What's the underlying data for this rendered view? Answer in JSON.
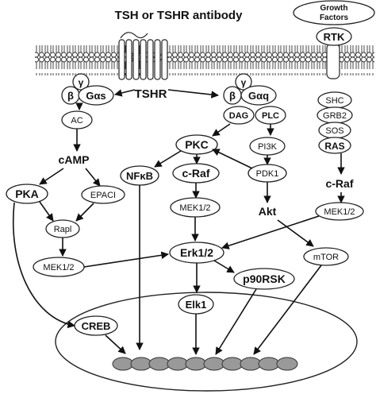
{
  "title": "TSH or TSHR antibody",
  "receptor": {
    "label": "TSHR",
    "gamma_left": "γ",
    "beta_left": "β",
    "gas": "Gαs",
    "gamma_right": "γ",
    "beta_right": "β",
    "gaq": "Gαq"
  },
  "growth_factors": {
    "line1": "Growth",
    "line2": "Factors"
  },
  "nodes": {
    "rtk": "RTK",
    "shc": "SHC",
    "grb2": "GRB2",
    "sos": "SOS",
    "ras": "RAS",
    "craf_right": "c-Raf",
    "mek_right": "MEK1/2",
    "ac": "AC",
    "camp": "cAMP",
    "pka": "PKA",
    "epaci": "EPACI",
    "rapi": "Rapl",
    "mek_left": "MEK1/2",
    "dag": "DAG",
    "plc": "PLC",
    "pkc": "PKC",
    "nfkb": "NFκB",
    "craf_mid": "c-Raf",
    "mek_mid": "MEK1/2",
    "pi3k": "PI3K",
    "pdk1": "PDK1",
    "akt": "Akt",
    "erk": "Erk1/2",
    "mtor": "mTOR",
    "p90rsk": "p90RSK",
    "elk1": "Elk1",
    "creb": "CREB"
  }
}
